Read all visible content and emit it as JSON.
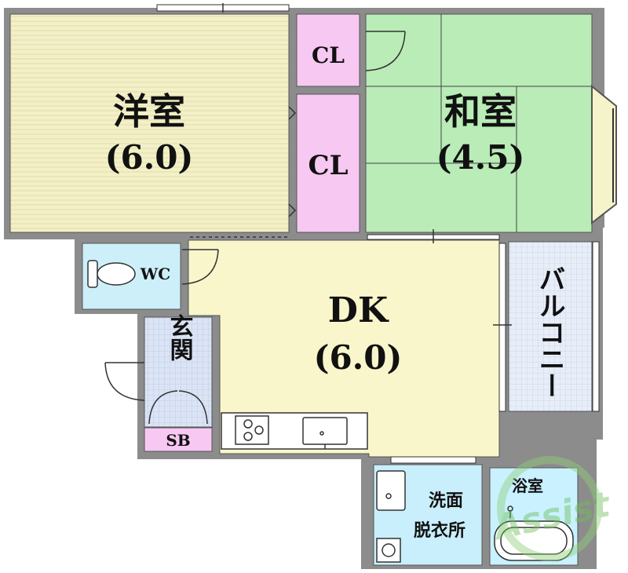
{
  "rooms": {
    "western": {
      "name": "洋室",
      "size": "(6.0)"
    },
    "japanese": {
      "name": "和室",
      "size": "(4.5)"
    },
    "dk": {
      "name": "DK",
      "size": "(6.0)"
    },
    "closet_top": {
      "name": "CL"
    },
    "closet_mid": {
      "name": "CL"
    },
    "wc": {
      "name": "WC"
    },
    "entrance": {
      "name": "玄関"
    },
    "shoebox": {
      "name": "SB"
    },
    "balcony": {
      "name": "バルコニー"
    },
    "washroom": {
      "line1": "洗面",
      "line2": "脱衣所"
    },
    "bathroom": {
      "name": "浴室"
    }
  },
  "watermark": {
    "text": "Assist"
  },
  "colors": {
    "western": "#f3f0c8",
    "japanese": "#b9ecb6",
    "closet": "#f6c8f2",
    "dk": "#f9f6cb",
    "wc": "#cdeffa",
    "entrance": "#dbe4f5",
    "balcony": "#e8eef8",
    "washroom": "#c9effc",
    "bathroom": "#c9f1ff",
    "wall": "#7f7f7f",
    "line": "#333333"
  }
}
